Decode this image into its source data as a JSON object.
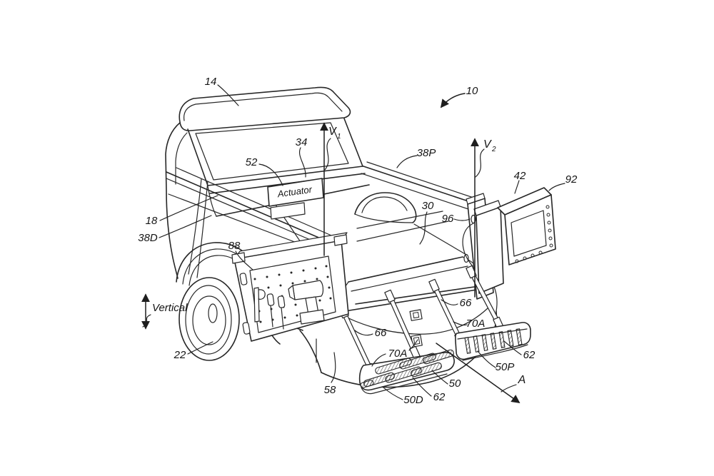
{
  "figure": {
    "background": "#ffffff",
    "ink": "#272727"
  },
  "labels": {
    "cab_roof": "14",
    "assembly": "10",
    "front_wall": "34",
    "actuator_ref": "52",
    "actuator": "Actuator",
    "v1": {
      "base": "V",
      "sub": "1"
    },
    "v2": {
      "base": "V",
      "sub": "2"
    },
    "rail_passenger": "38P",
    "rail_driver": "38D",
    "bed_side": "18",
    "bed_floor": "30",
    "connector": "96",
    "tailgate": "42",
    "tailgate_panel": "92",
    "tool_panel": "88",
    "rear_wheel": "22",
    "vertical_axis": "Vertical",
    "lower_body": "58",
    "step_driver": "50D",
    "tread_driver": "62",
    "step_assembly": "50",
    "strut_front": "66",
    "strut_rear": "66",
    "pivot_front": "70A",
    "pivot_rear": "70A",
    "step_passenger": "50P",
    "tread_passenger": "62",
    "direction": "A"
  }
}
